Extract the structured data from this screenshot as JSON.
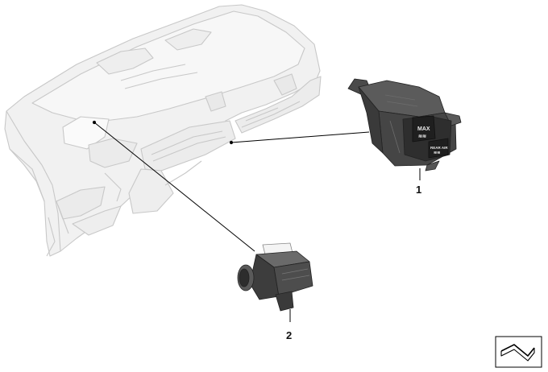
{
  "diagram": {
    "callouts": [
      {
        "id": "1",
        "label": "1"
      },
      {
        "id": "2",
        "label": "2"
      }
    ],
    "button_labels": {
      "max": "MAX",
      "rear_air": "REAR AIR"
    },
    "colors": {
      "background": "#ffffff",
      "dashboard_fill": "#f0f0f0",
      "dashboard_line": "#c9c9c9",
      "part_dark": "#3a3a3a",
      "part_mid": "#5a5a5a",
      "leader_line": "#000000"
    },
    "icons": [
      "catalog-symbol-icon"
    ]
  }
}
